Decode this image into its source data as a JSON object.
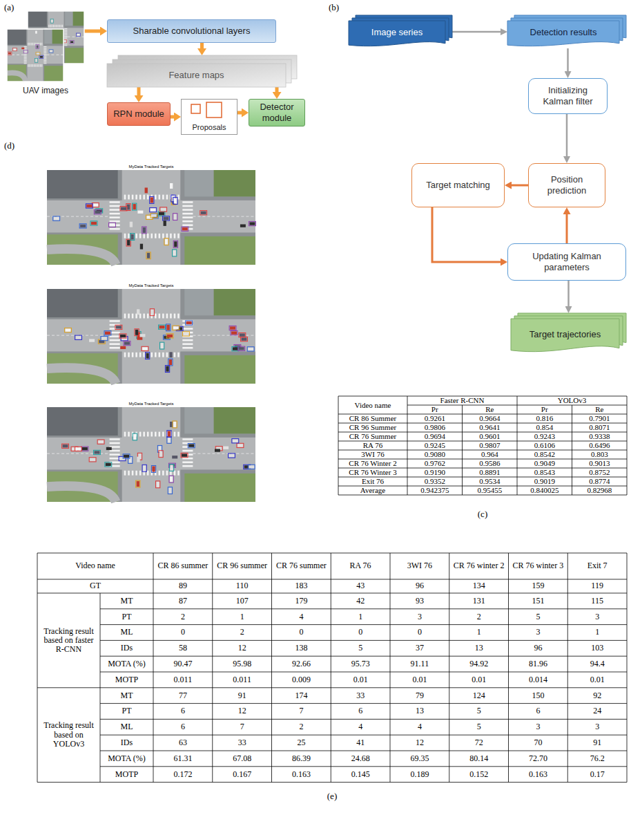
{
  "diagram": {
    "nodes": [
      {
        "text": [
          "UAV images"
        ]
      },
      {
        "text": [
          "Sharable convolutional layers"
        ]
      },
      {
        "text": [
          "Feature maps"
        ]
      },
      {
        "text": [
          "RPN module"
        ]
      },
      {
        "text": [
          "Proposals"
        ]
      },
      {
        "text": [
          "Detector module"
        ]
      },
      {
        "text": [
          "Image series"
        ]
      },
      {
        "text": [
          "Detection results"
        ]
      },
      {
        "text": [
          "Initializing Kalman filter"
        ]
      },
      {
        "text": [
          "Position prediction"
        ]
      },
      {
        "text": [
          "Target matching"
        ]
      },
      {
        "text": [
          "Updating Kalman parameters"
        ]
      },
      {
        "text": [
          "Target trajectories"
        ]
      }
    ],
    "edges": [
      {
        "from": 0,
        "to": 1,
        "arrow": "to"
      },
      {
        "from": 1,
        "to": 2,
        "arrow": "to"
      },
      {
        "from": 2,
        "to": 3,
        "arrow": "to"
      },
      {
        "from": 2,
        "to": 5,
        "arrow": "to"
      },
      {
        "from": 3,
        "to": 4,
        "arrow": "to"
      },
      {
        "from": 4,
        "to": 5,
        "arrow": "to"
      },
      {
        "from": 6,
        "to": 7,
        "arrow": "to"
      },
      {
        "from": 7,
        "to": 8,
        "arrow": "to"
      },
      {
        "from": 8,
        "to": 9,
        "arrow": "to"
      },
      {
        "from": 9,
        "to": 10,
        "arrow": "to"
      },
      {
        "from": 10,
        "to": 11,
        "arrow": "to"
      },
      {
        "from": 11,
        "to": 9,
        "arrow": "to"
      },
      {
        "from": 11,
        "to": 12,
        "arrow": "to"
      }
    ],
    "labels": [
      "(a)",
      "(b)",
      "(d)",
      "MyData Tracked Targets",
      "MyData Tracked Targets",
      "MyData Tracked Targets",
      "Video name",
      "Faster R-CNN",
      "YOLOv3",
      "Pr",
      "Re",
      "Pr",
      "Re",
      "CR 86 Summer",
      "0.9261",
      "0.9664",
      "0.816",
      "0.7901",
      "CR 96 Summer",
      "0.9806",
      "0.9641",
      "0.854",
      "0.8071",
      "CR 76 Summer",
      "0.9694",
      "0.9601",
      "0.9243",
      "0.9338",
      "RA 76",
      "0.9245",
      "0.9807",
      "0.6106",
      "0.6496",
      "3WI 76",
      "0.9080",
      "0.964",
      "0.8542",
      "0.803",
      "CR 76 Winter 2",
      "0.9762",
      "0.9586",
      "0.9049",
      "0.9013",
      "CR 76 Winter 3",
      "0.9190",
      "0.8891",
      "0.8543",
      "0.8752",
      "Exit 76",
      "0.9352",
      "0.9534",
      "0.9019",
      "0.8774",
      "Average",
      "0.942375",
      "0.95455",
      "0.840025",
      "0.82968",
      "(c)",
      "Video name",
      "CR 86 summer",
      "CR 96 summer",
      "CR 76 summer",
      "RA 76",
      "3WI 76",
      "CR 76 winter 2",
      "CR 76 winter 3",
      "Exit 7",
      "GT",
      "89",
      "110",
      "183",
      "43",
      "96",
      "134",
      "159",
      "119",
      "Tracking result based on faster R-CNN",
      "MT",
      "87",
      "107",
      "179",
      "42",
      "93",
      "131",
      "151",
      "115",
      "PT",
      "2",
      "1",
      "4",
      "1",
      "3",
      "2",
      "5",
      "3",
      "ML",
      "0",
      "2",
      "0",
      "0",
      "0",
      "1",
      "3",
      "1",
      "IDs",
      "58",
      "12",
      "138",
      "5",
      "37",
      "13",
      "96",
      "103",
      "MOTA (%)",
      "90.47",
      "95.98",
      "92.66",
      "95.73",
      "91.11",
      "94.92",
      "81.96",
      "94.4",
      "MOTP",
      "0.011",
      "0.011",
      "0.009",
      "0.01",
      "0.01",
      "0.01",
      "0.014",
      "0.01",
      "Tracking result based on YOLOv3",
      "MT",
      "77",
      "91",
      "174",
      "33",
      "79",
      "124",
      "150",
      "92",
      "PT",
      "6",
      "12",
      "7",
      "6",
      "13",
      "5",
      "6",
      "24",
      "ML",
      "6",
      "7",
      "2",
      "4",
      "4",
      "5",
      "3",
      "3",
      "IDs",
      "63",
      "33",
      "25",
      "41",
      "12",
      "72",
      "70",
      "91",
      "MOTA (%)",
      "61.31",
      "67.08",
      "86.39",
      "24.68",
      "69.35",
      "80.14",
      "72.70",
      "76.2",
      "MOTP",
      "0.172",
      "0.167",
      "0.163",
      "0.145",
      "0.189",
      "0.152",
      "0.163",
      "0.17",
      "(e)"
    ]
  }
}
